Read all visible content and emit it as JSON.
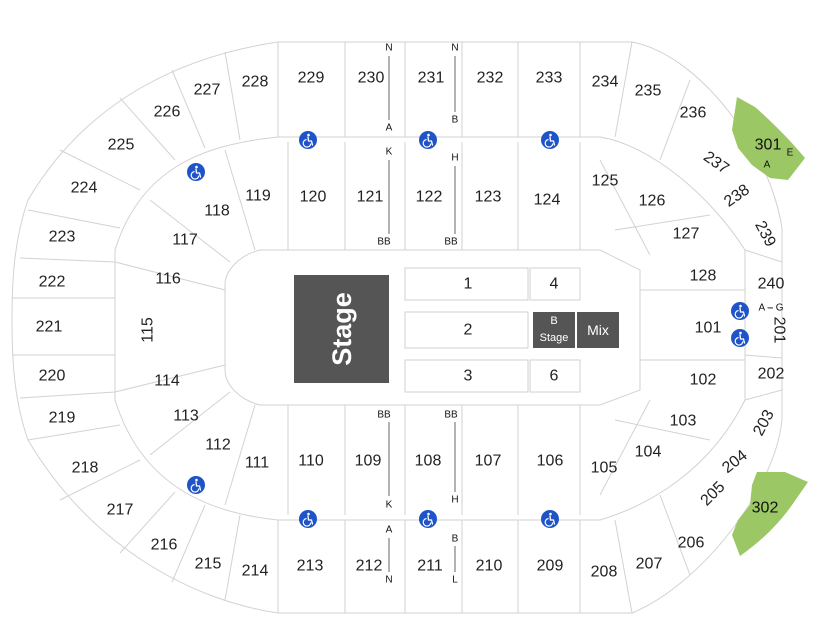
{
  "stage": {
    "label": "Stage"
  },
  "b_stage": {
    "line1": "B",
    "line2": "Stage"
  },
  "mix": {
    "label": "Mix"
  },
  "colors": {
    "stage": "#555555",
    "upper_sections": "#9bc765",
    "accessible": "#1f54c8",
    "outline": "#d2d2d2"
  },
  "icons": [
    "wheelchair-icon"
  ],
  "upper_sections": [
    {
      "name": "301",
      "rows": [
        "A",
        "E"
      ]
    },
    {
      "name": "302"
    }
  ],
  "lower_sections": [
    "1",
    "2",
    "3",
    "4",
    "6"
  ],
  "sections_100": [
    "101",
    "102",
    "103",
    "104",
    "105",
    "106",
    "107",
    "108",
    "109",
    "110",
    "111",
    "112",
    "113",
    "114",
    "115",
    "116",
    "117",
    "118",
    "119",
    "120",
    "121",
    "122",
    "123",
    "124",
    "125",
    "126",
    "127",
    "128"
  ],
  "sections_200": [
    "201",
    "202",
    "203",
    "204",
    "205",
    "206",
    "207",
    "208",
    "209",
    "210",
    "211",
    "212",
    "213",
    "214",
    "215",
    "216",
    "217",
    "218",
    "219",
    "220",
    "221",
    "222",
    "223",
    "224",
    "225",
    "226",
    "227",
    "228",
    "229",
    "230",
    "231",
    "232",
    "233",
    "234",
    "235",
    "236",
    "237",
    "238",
    "239",
    "240"
  ],
  "row_markers": {
    "s230_top": "N",
    "s230_bottom": "A",
    "s231_top": "N",
    "s231_bottom": "B",
    "s121_top": "K",
    "s121_bottom": "BB",
    "s122_top": "H",
    "s122_bottom": "BB",
    "s109_top": "BB",
    "s109_bottom": "K",
    "s108_top": "BB",
    "s108_bottom": "H",
    "s212_top": "A",
    "s212_bottom": "N",
    "s211_top": "B",
    "s211_bottom": "L",
    "east": "A – G"
  }
}
